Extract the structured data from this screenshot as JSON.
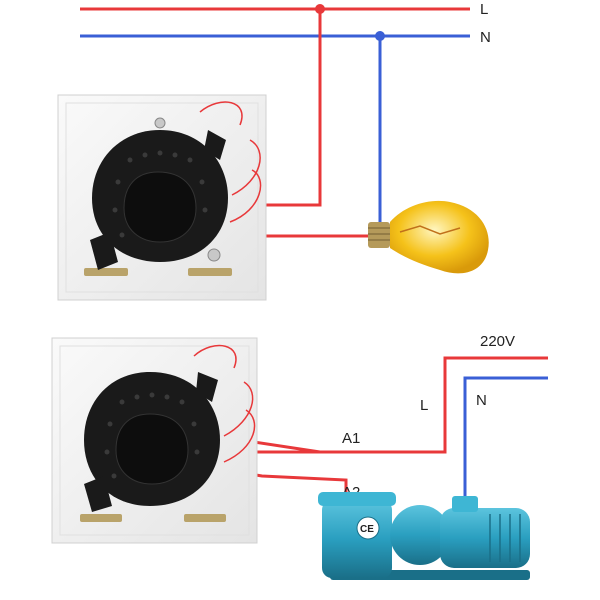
{
  "labels": {
    "top_l": "L",
    "top_n": "N",
    "voltage": "220V",
    "bottom_l": "L",
    "bottom_n": "N",
    "a1": "A1",
    "a2": "A2",
    "ce_mark": "CE"
  },
  "colors": {
    "live_wire": "#e8383a",
    "neutral_wire": "#3a5fd6",
    "plate": "#f2f2f2",
    "timer_body": "#1a1a1a",
    "lamp_glass": "#f5c21a",
    "pump_body": "#2a9fc0"
  }
}
